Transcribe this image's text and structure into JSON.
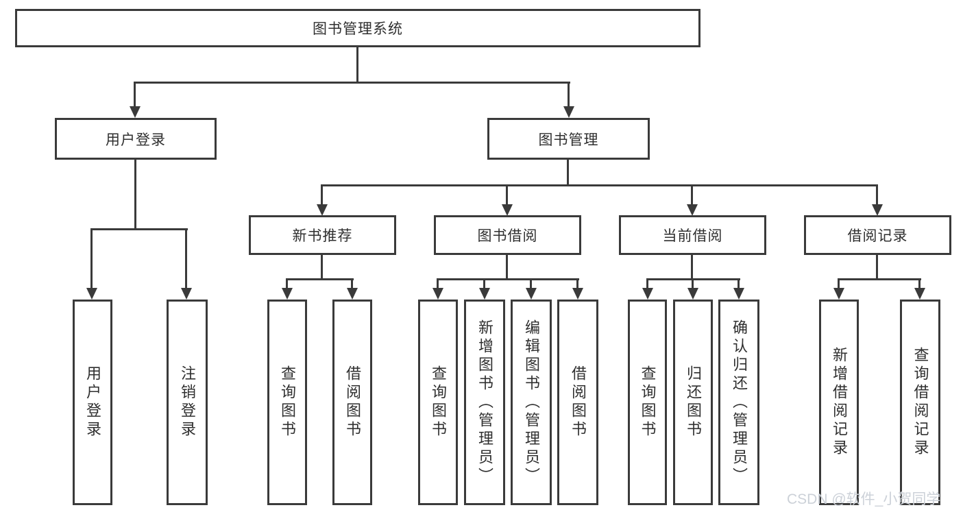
{
  "tree": {
    "root": {
      "label": "图书管理系统"
    },
    "branches": [
      {
        "label": "用户登录",
        "children": [
          {
            "label": "用户登录"
          },
          {
            "label": "注销登录"
          }
        ]
      },
      {
        "label": "图书管理",
        "children": [
          {
            "label": "新书推荐",
            "children": [
              {
                "label": "查询图书"
              },
              {
                "label": "借阅图书"
              }
            ]
          },
          {
            "label": "图书借阅",
            "children": [
              {
                "label": "查询图书"
              },
              {
                "label": "新增图书（管理员）"
              },
              {
                "label": "编辑图书（管理员）"
              },
              {
                "label": "借阅图书"
              }
            ]
          },
          {
            "label": "当前借阅",
            "children": [
              {
                "label": "查询图书"
              },
              {
                "label": "归还图书"
              },
              {
                "label": "确认归还（管理员）"
              }
            ]
          },
          {
            "label": "借阅记录",
            "children": [
              {
                "label": "新增借阅记录"
              },
              {
                "label": "查询借阅记录"
              }
            ]
          }
        ]
      }
    ]
  },
  "watermark": "CSDN @软件_小贺同学",
  "colors": {
    "line": "#3a3a3a",
    "text": "#2f2f2f",
    "watermark": "#ccd1d8",
    "background": "#ffffff"
  }
}
